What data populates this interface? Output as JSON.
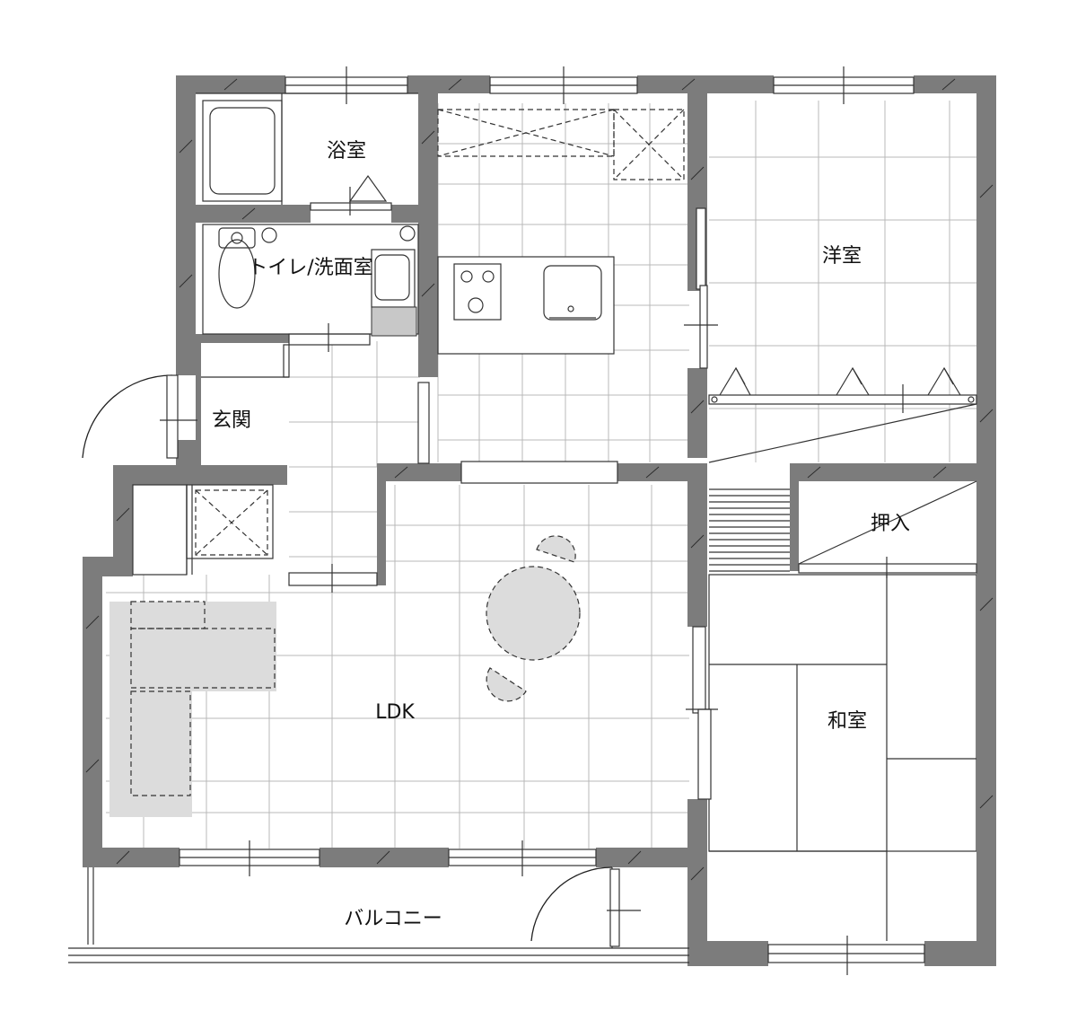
{
  "colors": {
    "wall": "#7c7c7c",
    "furniture": "#dcdcdc",
    "line": "#333333",
    "grid": "#b8b8b8",
    "background": "#ffffff"
  },
  "rooms": {
    "bathroom": "浴室",
    "toilet_washroom": "トイレ/洗面室",
    "entrance": "玄関",
    "western_room": "洋室",
    "closet": "押入",
    "ldk": "LDK",
    "japanese_room": "和室",
    "balcony": "バルコニー"
  }
}
